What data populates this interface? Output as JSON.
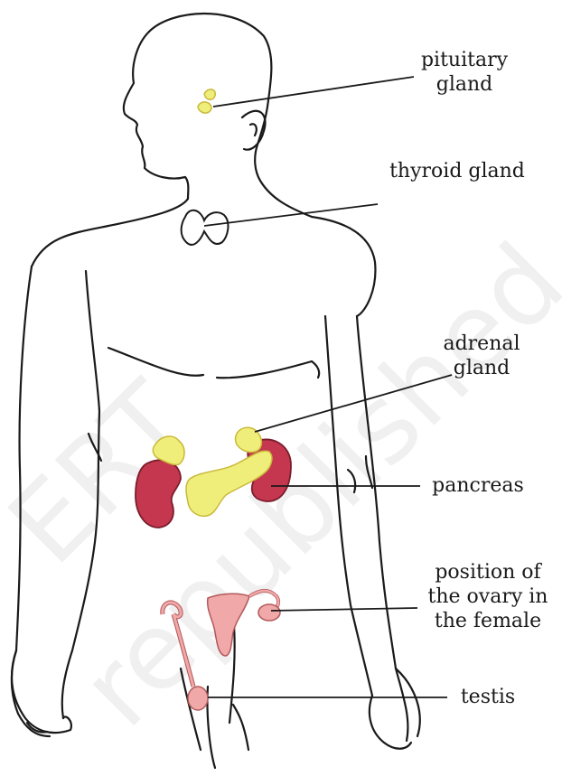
{
  "watermark": {
    "line1": "ERT",
    "line2": "republished"
  },
  "labels": {
    "pituitary": [
      "pituitary",
      "gland"
    ],
    "thyroid": [
      "thyroid gland"
    ],
    "adrenal": [
      "adrenal",
      "gland"
    ],
    "pancreas": [
      "pancreas"
    ],
    "ovary": [
      "position of",
      "the ovary in",
      "the female"
    ],
    "testis": [
      "testis"
    ]
  },
  "colors": {
    "outline": "#1a1a1a",
    "gland_yellow": "#f0ee7a",
    "gland_yellow_edge": "#c9b93a",
    "organ_pink": "#c5374e",
    "organ_pink_edge": "#7a1d2c",
    "repro_pink": "#f0a8a8",
    "repro_pink_edge": "#b2585a"
  },
  "icons": {
    "figure": "human-body-outline"
  }
}
